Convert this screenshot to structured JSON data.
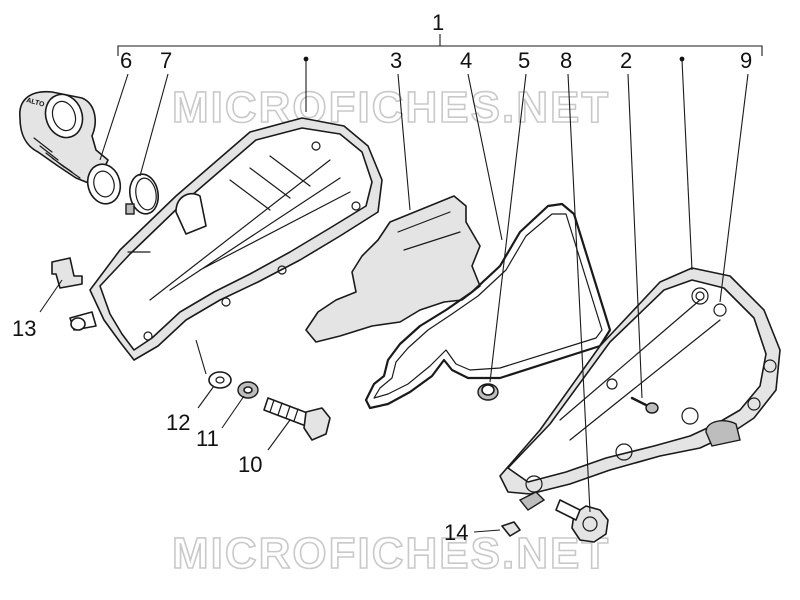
{
  "watermark": {
    "text": "MICROFICHES.NET"
  },
  "callouts": {
    "c1": "1",
    "c2": "2",
    "c3": "3",
    "c4": "4",
    "c5": "5",
    "c6": "6",
    "c7": "7",
    "c8": "8",
    "c9": "9",
    "c10": "10",
    "c11": "11",
    "c12": "12",
    "c13": "13",
    "c14": "14"
  }
}
